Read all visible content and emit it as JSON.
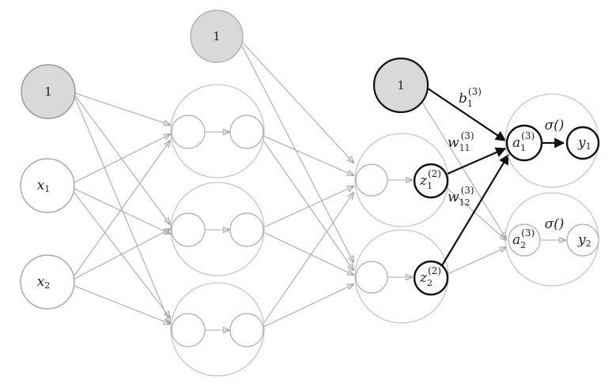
{
  "diagram": {
    "layer1": {
      "bias": "1",
      "x1": "x1",
      "x2": "x2"
    },
    "layer2": {
      "bias": "1"
    },
    "layer3": {
      "bias": "1",
      "z1": {
        "base": "z",
        "sub": "1",
        "sup": "(2)"
      },
      "z2": {
        "base": "z",
        "sub": "2",
        "sup": "(2)"
      }
    },
    "output": {
      "a1": {
        "base": "a",
        "sub": "1",
        "sup": "(3)"
      },
      "a2": {
        "base": "a",
        "sub": "2",
        "sup": "(3)"
      },
      "y1": "y1",
      "y2": "y2",
      "activation_1": "σ()",
      "activation_2": "σ()"
    },
    "weights": {
      "b1": {
        "base": "b",
        "sub": "1",
        "sup": "(3)"
      },
      "w11": {
        "base": "w",
        "sub": "11",
        "sup": "(3)"
      },
      "w12": {
        "base": "w",
        "sub": "12",
        "sup": "(3)"
      }
    },
    "colors": {
      "bias_fill": "#d9d9d9",
      "line_gray": "#aaaaaa",
      "highlight": "#111111"
    }
  }
}
